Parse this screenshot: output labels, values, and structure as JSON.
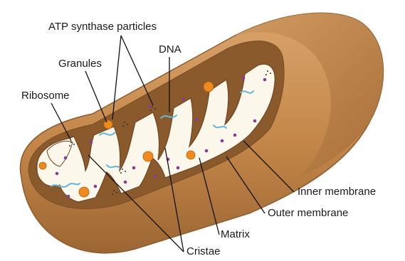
{
  "labels": {
    "atp_synthase": "ATP synthase particles",
    "granules": "Granules",
    "dna": "DNA",
    "ribosome": "Ribosome",
    "inner_membrane": "Inner membrane",
    "outer_membrane": "Outer membrane",
    "matrix": "Matrix",
    "cristae": "Cristae"
  },
  "colors": {
    "outer_membrane": "#c68a4f",
    "outer_shadow": "#9b6632",
    "inner_membrane": "#8a5a2c",
    "matrix": "#fbf7ea",
    "granules": "#f08a1c",
    "dna": "#62b8d8",
    "ribosome": "#8a3d8f",
    "leader_lines": "#111111"
  }
}
